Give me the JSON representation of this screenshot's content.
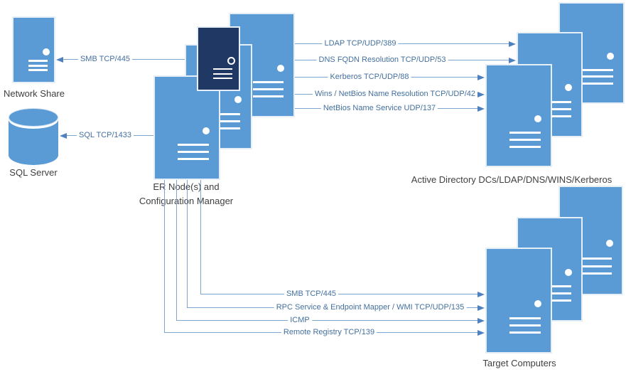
{
  "nodes": {
    "network_share": {
      "label": "Network Share",
      "type": "server"
    },
    "sql_server": {
      "label": "SQL Server",
      "type": "database"
    },
    "er_node": {
      "label_line1": "ER Node(s) and",
      "label_line2": "Configuration Manager",
      "type": "server-stack",
      "server_count": 4
    },
    "active_directory": {
      "label": "Active Directory DCs/LDAP/DNS/WINS/Kerberos",
      "type": "server-stack",
      "server_count": 3
    },
    "target_computers": {
      "label": "Target Computers",
      "type": "server-stack",
      "server_count": 3
    }
  },
  "connections": {
    "smb_share": {
      "label": "SMB TCP/445",
      "from": "er_node",
      "to": "network_share"
    },
    "sql": {
      "label": "SQL TCP/1433",
      "from": "er_node",
      "to": "sql_server"
    },
    "ldap": {
      "label": "LDAP TCP/UDP/389",
      "from": "er_node",
      "to": "active_directory"
    },
    "dns": {
      "label": "DNS FQDN Resolution TCP/UDP/53",
      "from": "er_node",
      "to": "active_directory"
    },
    "kerberos": {
      "label": "Kerberos TCP/UDP/88",
      "from": "er_node",
      "to": "active_directory"
    },
    "wins": {
      "label": "Wins / NetBios Name Resolution TCP/UDP/42",
      "from": "er_node",
      "to": "active_directory"
    },
    "netbios": {
      "label": "NetBios Name Service UDP/137",
      "from": "er_node",
      "to": "active_directory"
    },
    "smb_target": {
      "label": "SMB TCP/445",
      "from": "er_node",
      "to": "target_computers"
    },
    "rpc": {
      "label": "RPC Service & Endpoint Mapper / WMI TCP/UDP/135",
      "from": "er_node",
      "to": "target_computers"
    },
    "icmp": {
      "label": "ICMP",
      "from": "er_node",
      "to": "target_computers"
    },
    "remote_registry": {
      "label": "Remote Registry TCP/139",
      "from": "er_node",
      "to": "target_computers"
    }
  },
  "colors": {
    "server_fill": "#5B9BD5",
    "server_fill_dark": "#1F3864",
    "server_border": "#E6EEF8",
    "connector_line": "#7EA6D2",
    "arrowhead": "#4E81BD",
    "connector_text": "#44709E",
    "node_label_text": "#404040",
    "background": "#FFFFFF"
  }
}
